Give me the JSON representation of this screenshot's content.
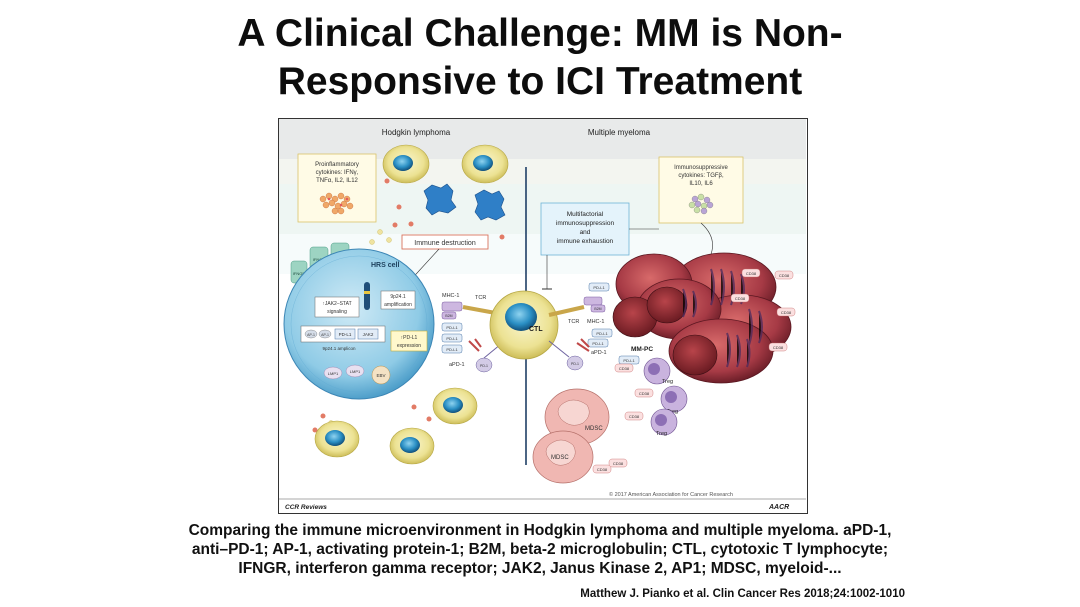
{
  "slide": {
    "title_line1": "A Clinical Challenge: MM is Non-",
    "title_line2": "Responsive to ICI Treatment",
    "caption_line1": "Comparing the immune microenvironment in Hodgkin lymphoma and multiple myeloma. aPD-1,",
    "caption_line2": "anti–PD-1; AP-1, activating protein-1; B2M, beta-2 microglobulin; CTL, cytotoxic T lymphocyte;",
    "caption_line3": "IFNGR, interferon gamma receptor; JAK2, Janus Kinase 2, AP1; MDSC, myeloid-...",
    "citation": "Matthew J. Pianko et al. Clin Cancer Res 2018;24:1002-1010"
  },
  "figure": {
    "hodgkin_header": "Hodgkin lymphoma",
    "myeloma_header": "Multiple myeloma",
    "proinflammatory_line1": "Proinflammatory",
    "proinflammatory_line2": "cytokines: IFNγ,",
    "proinflammatory_line3": "TNFα, IL2, IL12",
    "immune_destruction": "Immune destruction",
    "multifactorial_line1": "Multifactorial",
    "multifactorial_line2": "immunosuppression",
    "multifactorial_line3": "and",
    "multifactorial_line4": "immune exhaustion",
    "immunosuppressive_line1": "Immunosuppressive",
    "immunosuppressive_line2": "cytokines: TGFβ,",
    "immunosuppressive_line3": "IL10, IL6",
    "hrs_cell": "HRS cell",
    "ifngr": "IFNGR",
    "jak": "JAK",
    "stat": "STAT",
    "jak2_stat_line1": "↑JAK2–STAT",
    "jak2_stat_line2": "signaling",
    "amp_9p_line1": "9p24.1",
    "amp_9p_line2": "amplification",
    "ap1": "AP-1",
    "pdl1": "PD-L1",
    "jak2": "JAK2",
    "amplicon": "9p24.1 amplicon",
    "pdl1_expr_line1": "↑PD-L1",
    "pdl1_expr_line2": "expression",
    "lmp1": "LMP1",
    "ebv": "EBV",
    "mhc1": "MHC-1",
    "tcr": "TCR",
    "b2m": "B2M",
    "pd1": "PD-1",
    "apd1": "aPD-1",
    "ctl": "CTL",
    "mmpc": "MM-PC",
    "cd38": "CD38",
    "treg": "Treg",
    "mdsc": "MDSC",
    "ccr_reviews": "CCR Reviews",
    "aacr": "AACR",
    "copyright": "© 2017 American Association for Cancer Research"
  },
  "colors": {
    "cell_yellow": "#efe7a2",
    "cell_blue": "#2f9ccf",
    "myeloma_cell": "#b34550",
    "mdsc_pink": "#f0b7b2",
    "treg_purple": "#c9b3de"
  }
}
